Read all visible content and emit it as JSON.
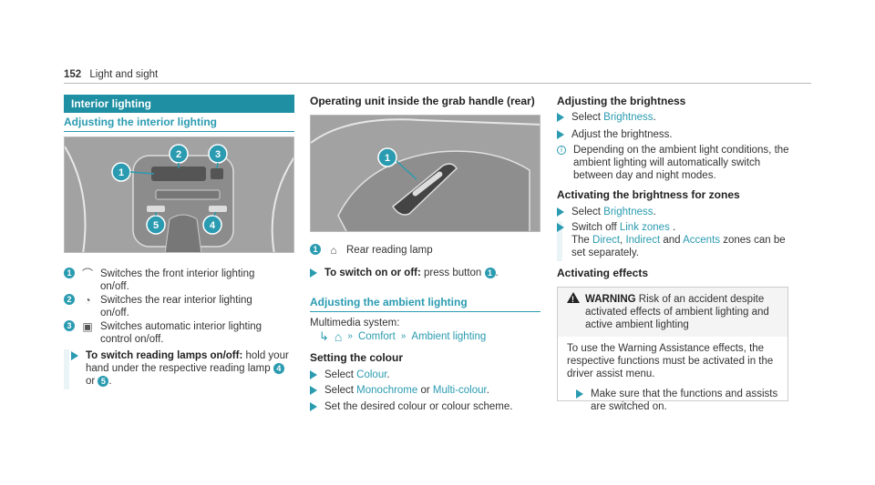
{
  "header": {
    "page_number": "152",
    "chapter": "Light and sight"
  },
  "col1": {
    "section_title": "Interior lighting",
    "subsection_title": "Adjusting the interior lighting",
    "legend": [
      {
        "num": "1",
        "icon": "front-light-icon",
        "text": "Switches the front interior lighting on/off."
      },
      {
        "num": "2",
        "icon": "rear-light-icon",
        "text": "Switches the rear interior lighting on/off."
      },
      {
        "num": "3",
        "icon": "auto-light-icon",
        "text": "Switches automatic interior lighting control on/off."
      }
    ],
    "step": {
      "bold": "To switch reading lamps on/off:",
      "text": " hold your hand under the respective reading lamp ",
      "n1": "4",
      "or": " or ",
      "n2": "5",
      "end": "."
    }
  },
  "col2": {
    "title": "Operating unit inside the grab handle (rear)",
    "legend": {
      "num": "1",
      "text": "Rear reading lamp"
    },
    "step1": {
      "bold": "To switch on or off:",
      "text": " press button ",
      "num": "1",
      "end": "."
    },
    "ambient_title": "Adjusting the ambient lighting",
    "multimedia_label": "Multimedia system:",
    "path": [
      "Comfort",
      "Ambient lighting"
    ],
    "colour_title": "Setting the colour",
    "steps": {
      "s1_pre": "Select ",
      "s1_link": "Colour",
      "s1_end": ".",
      "s2_pre": "Select ",
      "s2_link1": "Monochrome",
      "s2_or": " or ",
      "s2_link2": "Multi-colour",
      "s2_end": ".",
      "s3": "Set the desired colour or colour scheme."
    }
  },
  "col3": {
    "title": "Adjusting the brightness",
    "s1_pre": "Select ",
    "s1_link": "Brightness",
    "s1_end": ".",
    "s2": "Adjust the brightness.",
    "info": "Depending on the ambient light conditions, the ambient lighting will automatically switch between day and night modes.",
    "zones_title": "Activating the brightness for zones",
    "z1_pre": "Select ",
    "z1_link": "Brightness",
    "z1_end": ".",
    "z2_pre": "Switch off ",
    "z2_link": "Link zones",
    "z2_end": " .",
    "z2_l2_pre": "The ",
    "z2_direct": "Direct",
    "z2_c": ", ",
    "z2_indirect": "Indirect",
    "z2_and": " and ",
    "z2_accents": "Accents",
    "z2_tail": " zones can be set separately.",
    "effects_title": "Activating effects",
    "warn_label": "WARNING",
    "warn_text": " Risk of an accident despite activated effects of ambient lighting and active ambient lighting",
    "warn_body": "To use the Warning Assistance effects, the respective functions must be activated in the driver assist menu.",
    "warn_step": "Make sure that the functions and assists are switched on."
  }
}
